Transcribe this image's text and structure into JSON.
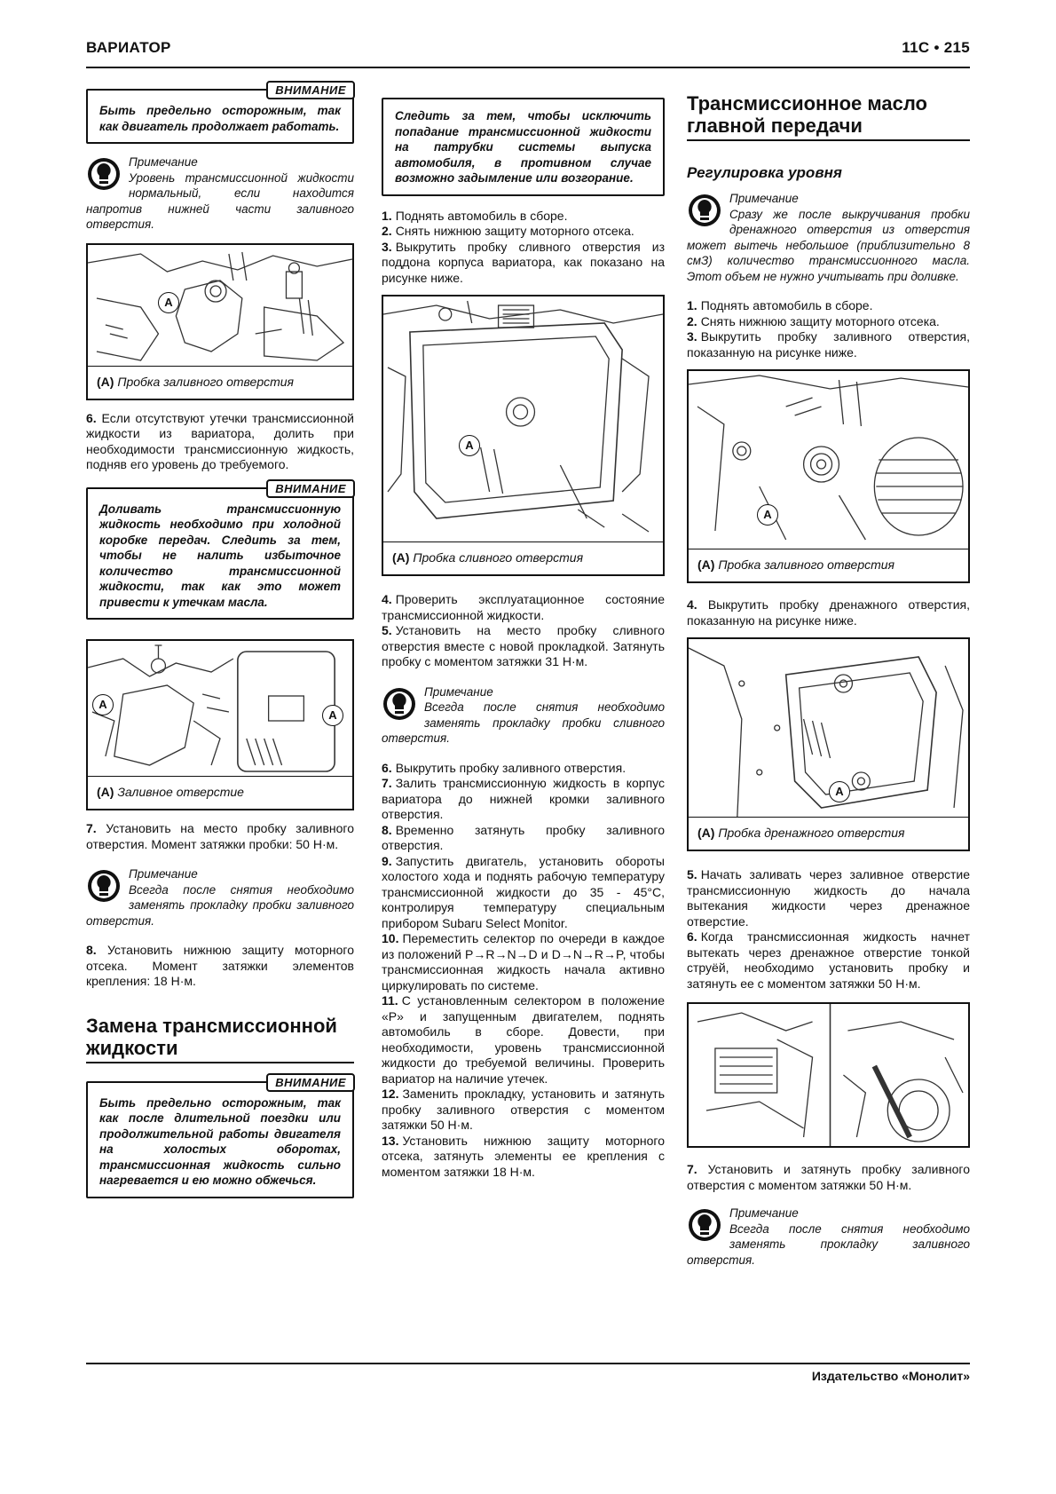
{
  "header": {
    "section": "ВАРИАТОР",
    "page_number": "11C • 215"
  },
  "footer": {
    "publisher": "Издательство «Монолит»"
  },
  "col1": {
    "warning1": {
      "tag": "ВНИМАНИЕ",
      "text": "Быть предельно осторожным, так как двигатель продолжает работать."
    },
    "note1": {
      "label": "Примечание",
      "text": "Уровень трансмиссионной жидкости нормальный, если находится напротив нижней части заливного отверстия."
    },
    "fig1": {
      "callout": "A",
      "cap_key": "(A)",
      "cap_text": "Пробка заливного отверстия"
    },
    "para6": {
      "num": "6.",
      "text": "Если отсутствуют утечки трансмиссионной жидкости из вариатора, долить при необходимости трансмиссионную жидкость, подняв его уровень до требуемого."
    },
    "warning2": {
      "tag": "ВНИМАНИЕ",
      "text": "Доливать трансмиссионную жидкость необходимо при холодной коробке передач. Следить за тем, чтобы не налить избыточное количество трансмиссионной жидкости, так как это может привести к утечкам масла."
    },
    "fig2": {
      "callout": "A",
      "cap_key": "(A)",
      "cap_text": "Заливное отверстие"
    },
    "para7": {
      "num": "7.",
      "text": "Установить на место пробку заливного отверстия. Момент затяжки пробки: 50 Н·м."
    },
    "note2": {
      "label": "Примечание",
      "text": "Всегда после снятия необходимо заменять прокладку пробки заливного отверстия."
    },
    "para8": {
      "num": "8.",
      "text": "Установить нижнюю защиту моторного отсека. Момент затяжки элементов крепления: 18 Н·м."
    },
    "heading": "Замена трансмиссионной жидкости",
    "warning3": {
      "tag": "ВНИМАНИЕ",
      "text": "Быть предельно осторожным, так как после длительной поездки или продолжительной работы двигателя на холостых оборотах, трансмиссионная жидкость сильно нагревается и ею можно обжечься."
    }
  },
  "col2": {
    "warning": {
      "text": "Следить за тем, чтобы исключить попадание трансмиссионной жидкости на патрубки системы выпуска автомобиля, в противном случае возможно задымление или возгорание."
    },
    "steps_a": [
      {
        "num": "1.",
        "text": "Поднять автомобиль в сборе."
      },
      {
        "num": "2.",
        "text": "Снять нижнюю защиту моторного отсека."
      },
      {
        "num": "3.",
        "text": "Выкрутить пробку сливного отверстия из поддона корпуса вариатора, как показано на рисунке ниже."
      }
    ],
    "fig": {
      "callout": "A",
      "cap_key": "(A)",
      "cap_text": "Пробка сливного отверстия"
    },
    "steps_b": [
      {
        "num": "4.",
        "text": "Проверить эксплуатационное состояние трансмиссионной жидкости."
      },
      {
        "num": "5.",
        "text": "Установить на место пробку сливного отверстия вместе с новой прокладкой. Затянуть пробку с моментом затяжки 31 Н·м."
      }
    ],
    "note": {
      "label": "Примечание",
      "text": "Всегда после снятия необходимо заменять прокладку пробки сливного отверстия."
    },
    "steps_c": [
      {
        "num": "6.",
        "text": "Выкрутить пробку заливного отверстия."
      },
      {
        "num": "7.",
        "text": "Залить трансмиссионную жидкость в корпус вариатора до нижней кромки заливного отверстия."
      },
      {
        "num": "8.",
        "text": "Временно затянуть пробку заливного отверстия."
      },
      {
        "num": "9.",
        "text": "Запустить двигатель, установить обороты холостого хода и поднять рабочую температуру трансмиссионной жидкости до 35 - 45°C, контролируя температуру специальным прибором Subaru Select Monitor."
      },
      {
        "num": "10.",
        "text": "Переместить селектор по очереди в каждое из положений P→R→N→D и D→N→R→P, чтобы трансмиссионная жидкость начала активно циркулировать по системе."
      },
      {
        "num": "11.",
        "text": "С установленным селектором в положение «P» и запущенным двигателем, поднять автомобиль в сборе. Довести, при необходимости, уровень трансмиссионной жидкости до требуемой величины. Проверить вариатор на наличие утечек."
      },
      {
        "num": "12.",
        "text": "Заменить прокладку, установить и затянуть пробку заливного отверстия с моментом затяжки 50 Н·м."
      },
      {
        "num": "13.",
        "text": "Установить нижнюю защиту моторного отсека, затянуть элементы ее крепления с моментом затяжки 18 Н·м."
      }
    ]
  },
  "col3": {
    "heading": "Трансмиссионное масло главной передачи",
    "subheading": "Регулировка уровня",
    "note1": {
      "label": "Примечание",
      "text": "Сразу же после выкручивания пробки дренажного отверстия из отверстия может вытечь небольшое (приблизительно 8 смЗ) количество трансмиссионного масла. Этот объем не нужно учитывать при доливке."
    },
    "steps_a": [
      {
        "num": "1.",
        "text": "Поднять автомобиль в сборе."
      },
      {
        "num": "2.",
        "text": "Снять нижнюю защиту моторного отсека."
      },
      {
        "num": "3.",
        "text": "Выкрутить пробку заливного отверстия, показанную на рисунке ниже."
      }
    ],
    "fig1": {
      "callout": "A",
      "cap_key": "(A)",
      "cap_text": "Пробка заливного отверстия"
    },
    "step4": {
      "num": "4.",
      "text": "Выкрутить пробку дренажного отверстия, показанную на рисунке ниже."
    },
    "fig2": {
      "callout": "A",
      "cap_key": "(A)",
      "cap_text": "Пробка дренажного отверстия"
    },
    "steps_b": [
      {
        "num": "5.",
        "text": "Начать заливать через заливное отверстие трансмиссионную жидкость до начала вытекания жидкости через дренажное отверстие."
      },
      {
        "num": "6.",
        "text": "Когда трансмиссионная жидкость начнет вытекать через дренажное отверстие тонкой струёй, необходимо установить пробку и затянуть ее с моментом затяжки 50 Н·м."
      }
    ],
    "step7": {
      "num": "7.",
      "text": "Установить и затянуть пробку заливного отверстия с моментом затяжки 50 Н·м."
    },
    "note2": {
      "label": "Примечание",
      "text": "Всегда после снятия необходимо заменять прокладку заливного отверстия."
    }
  }
}
